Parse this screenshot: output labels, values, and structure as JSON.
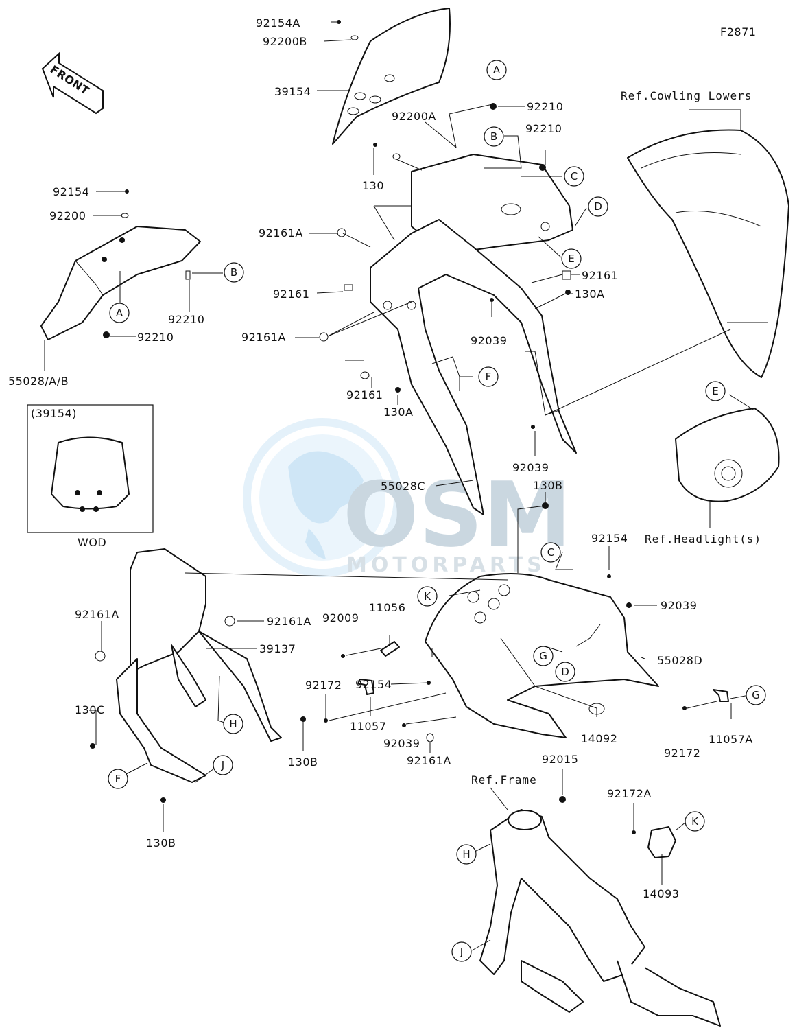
{
  "figure_code": "F2871",
  "front_arrow": "FRONT",
  "inset": {
    "title": "(39154)",
    "caption": "WOD"
  },
  "watermark": {
    "logo": "OSM",
    "text": "MOTORPARTS",
    "color": "#4fa3dc"
  },
  "labels": {
    "p92154A": "92154A",
    "p92200B": "92200B",
    "p39154": "39154",
    "p92210_top": "92210",
    "p92200A": "92200A",
    "p92210_b": "92210",
    "p130": "130",
    "ref_cowling_lowers": "Ref.Cowling Lowers",
    "p92154_left": "92154",
    "p92200_left": "92200",
    "p92161A_top": "92161A",
    "p92210_left": "92210",
    "p92210_left2": "92210",
    "p92161_left": "92161",
    "p92161_right": "92161",
    "p130A_right": "130A",
    "p92161A_mid": "92161A",
    "p92039_mid": "92039",
    "p55028AB": "55028/A/B",
    "p92161_low": "92161",
    "p130A_low": "130A",
    "p92039_low": "92039",
    "p55028C": "55028C",
    "p130B_top": "130B",
    "ref_headlights": "Ref.Headlight(s)",
    "p92154_right": "92154",
    "p92161A_frame": "92161A",
    "p92161A_left": "92161A",
    "p92009": "92009",
    "p11056": "11056",
    "p92039_right": "92039",
    "p39137": "39137",
    "p55028D": "55028D",
    "p92172_mid": "92172",
    "p92154_mid": "92154",
    "p130C": "130C",
    "p130B_mid": "130B",
    "p11057": "11057",
    "p92039_bot": "92039",
    "p92161A_bot": "92161A",
    "p14092": "14092",
    "p92172_right": "92172",
    "p11057A": "11057A",
    "p92015": "92015",
    "ref_frame": "Ref.Frame",
    "p92172A": "92172A",
    "p130B_bot": "130B",
    "p14093": "14093"
  },
  "callouts": {
    "A1": "A",
    "B1": "B",
    "C1": "C",
    "D1": "D",
    "E1": "E",
    "A2": "A",
    "B2": "B",
    "E2": "E",
    "F1": "F",
    "C2": "C",
    "K1": "K",
    "G1": "G",
    "D2": "D",
    "G2": "G",
    "H1": "H",
    "F2": "F",
    "J1": "J",
    "H2": "H",
    "K2": "K",
    "J2": "J"
  }
}
